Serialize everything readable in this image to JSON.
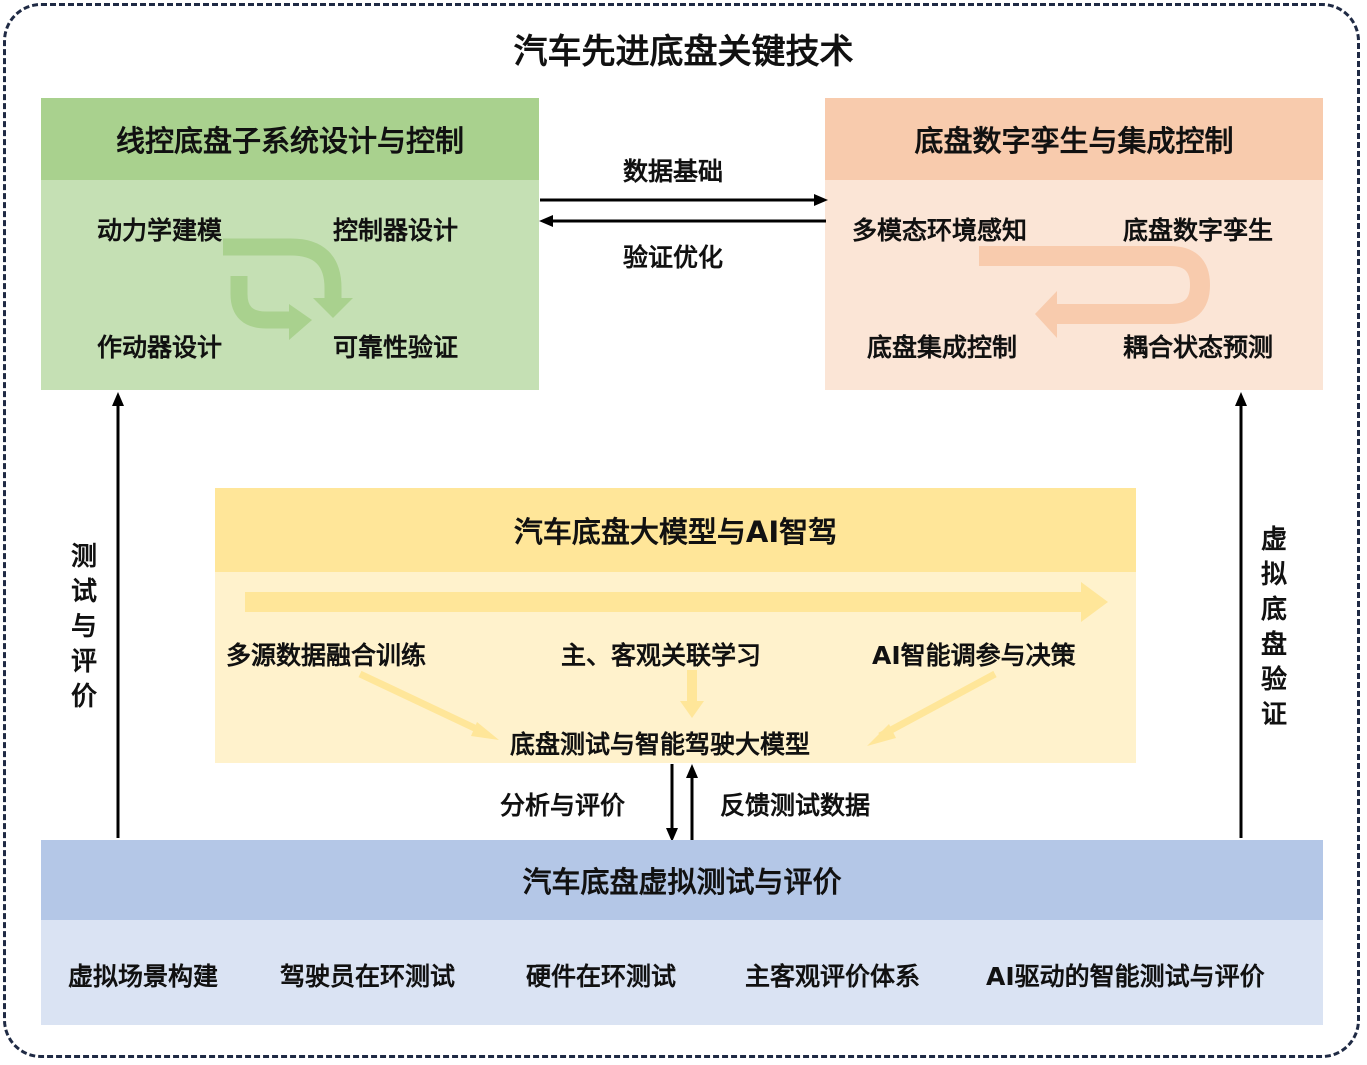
{
  "title": "汽车先进底盘关键技术",
  "wire": {
    "header": "线控底盘子系统设计与控制",
    "items": [
      "动力学建模",
      "控制器设计",
      "作动器设计",
      "可靠性验证"
    ]
  },
  "twin": {
    "header": "底盘数字孪生与集成控制",
    "items": [
      "多模态环境感知",
      "底盘数字孪生",
      "底盘集成控制",
      "耦合状态预测"
    ]
  },
  "links": {
    "data_basis": "数据基础",
    "verify_opt": "验证优化",
    "test_eval": "测试与评价",
    "virtual_verify": "虚拟底盘验证",
    "analyze_eval": "分析与评价",
    "feedback": "反馈测试数据"
  },
  "ai": {
    "header": "汽车底盘大模型与AI智驾",
    "items": [
      "多源数据融合训练",
      "主、客观关联学习",
      "AI智能调参与决策"
    ],
    "target": "底盘测试与智能驾驶大模型"
  },
  "virtual": {
    "header": "汽车底盘虚拟测试与评价",
    "items": [
      "虚拟场景构建",
      "驾驶员在环测试",
      "硬件在环测试",
      "主客观评价体系",
      "AI驱动的智能测试与评价"
    ]
  },
  "colors": {
    "green_head": "#a9d18e",
    "green_body": "#c5e0b4",
    "orange_head": "#f8cbad",
    "orange_body": "#fbe5d6",
    "yellow_head": "#ffe699",
    "yellow_body": "#fff2cc",
    "blue_head": "#b4c7e7",
    "blue_body": "#dae3f3"
  }
}
